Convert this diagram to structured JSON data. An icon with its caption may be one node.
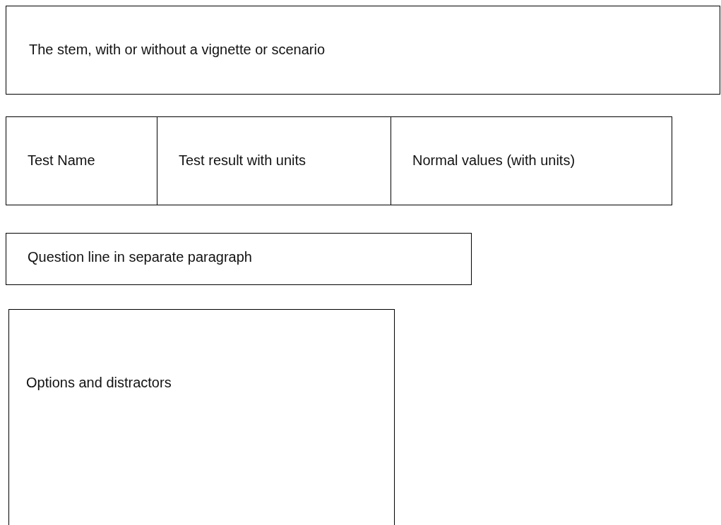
{
  "diagram": {
    "nodes": [
      {
        "text": [
          "The stem, with or without a vignette or scenario"
        ]
      },
      {
        "text": [
          "Test Name"
        ]
      },
      {
        "text": [
          "Test result with units"
        ]
      },
      {
        "text": [
          "Normal values (with units)"
        ]
      },
      {
        "text": [
          "Question line in separate paragraph"
        ]
      },
      {
        "text": [
          "Options and distractors"
        ]
      }
    ]
  }
}
